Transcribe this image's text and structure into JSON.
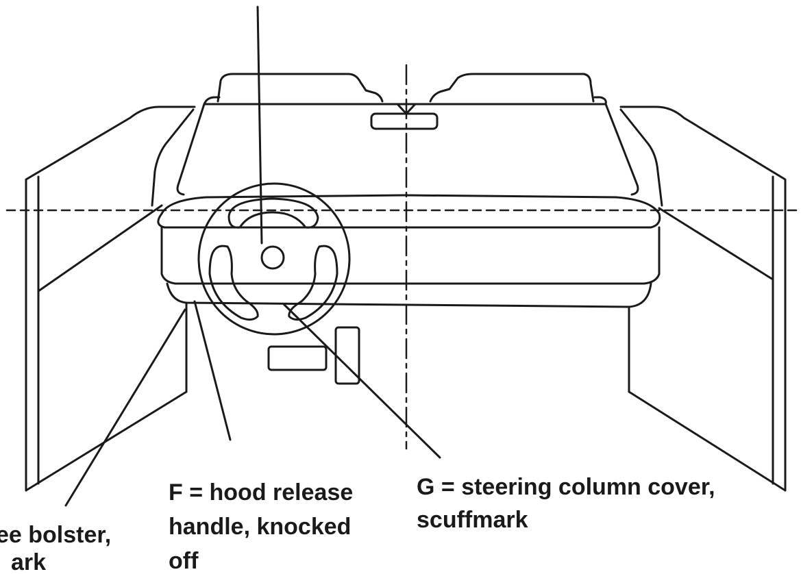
{
  "labels": {
    "e": {
      "line1": "ee bolster,",
      "line2": "ark"
    },
    "f": {
      "line1": "F = hood release",
      "line2": "handle, knocked",
      "line3": "off"
    },
    "g": {
      "line1": "G = steering column cover,",
      "line2": "scuffmark"
    }
  },
  "colors": {
    "line": "#1a1a1a",
    "background": "#ffffff"
  }
}
